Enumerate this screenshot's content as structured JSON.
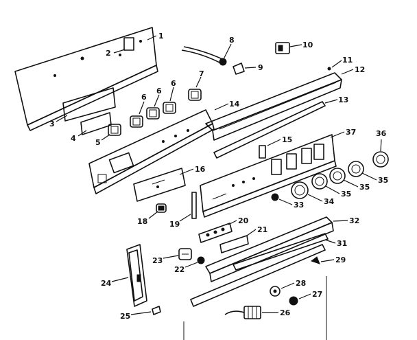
{
  "callouts": {
    "c1": "1",
    "c2": "2",
    "c3": "3",
    "c4": "4",
    "c5": "5",
    "c6a": "6",
    "c6b": "6",
    "c6c": "6",
    "c7": "7",
    "c8": "8",
    "c9": "9",
    "c10": "10",
    "c11": "11",
    "c12": "12",
    "c13": "13",
    "c14": "14",
    "c15": "15",
    "c16": "16",
    "c18": "18",
    "c19": "19",
    "c20": "20",
    "c21": "21",
    "c22": "22",
    "c23": "23",
    "c24": "24",
    "c25": "25",
    "c26": "26",
    "c27": "27",
    "c28": "28",
    "c29": "29",
    "c31": "31",
    "c32": "32",
    "c33": "33",
    "c34": "34",
    "c35a": "35",
    "c35b": "35",
    "c35c": "35",
    "c36": "36",
    "c37": "37"
  }
}
